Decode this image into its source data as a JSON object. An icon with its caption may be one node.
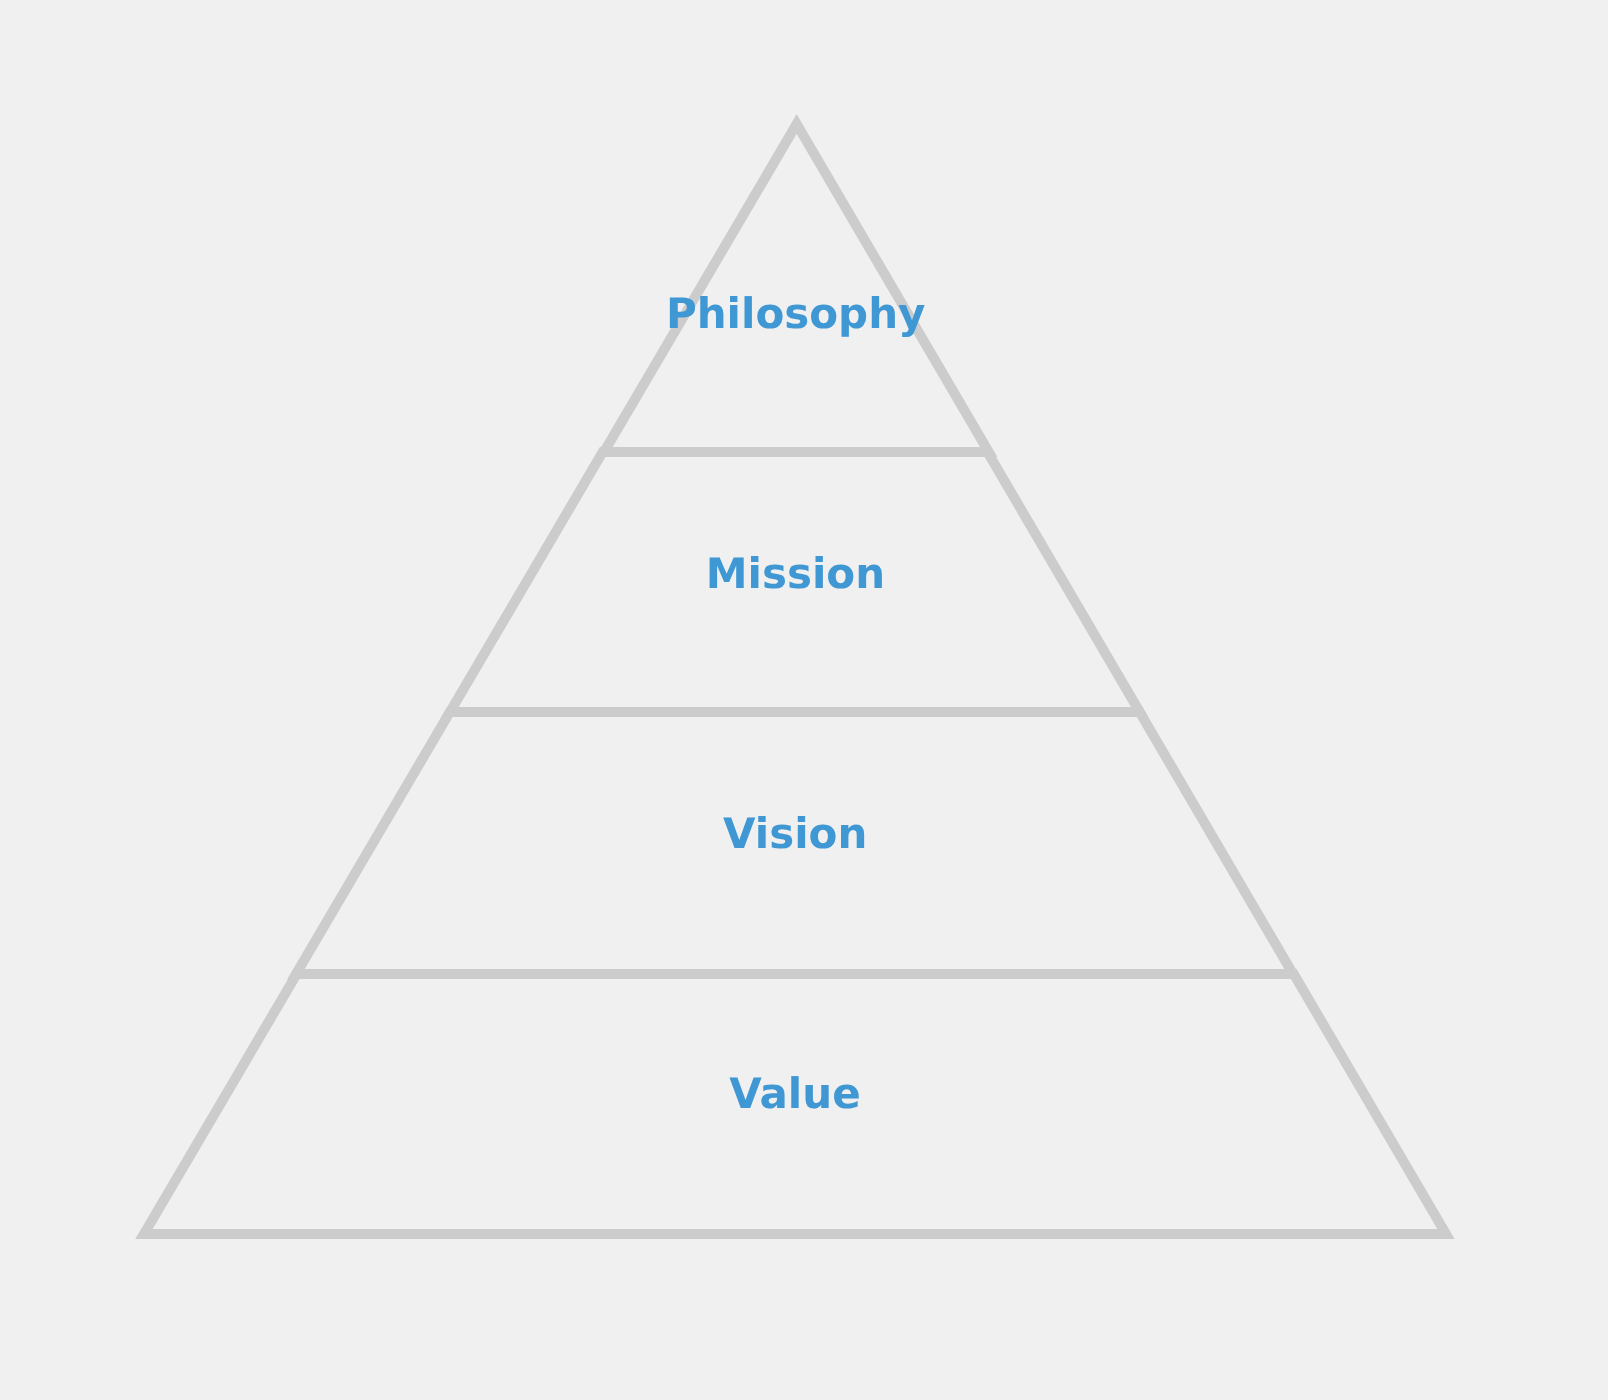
{
  "diagram": {
    "nodes": [
      {
        "text": [
          "Philosophy"
        ]
      },
      {
        "text": [
          "Mission"
        ]
      },
      {
        "text": [
          "Vision"
        ]
      },
      {
        "text": [
          "Value"
        ]
      }
    ]
  }
}
